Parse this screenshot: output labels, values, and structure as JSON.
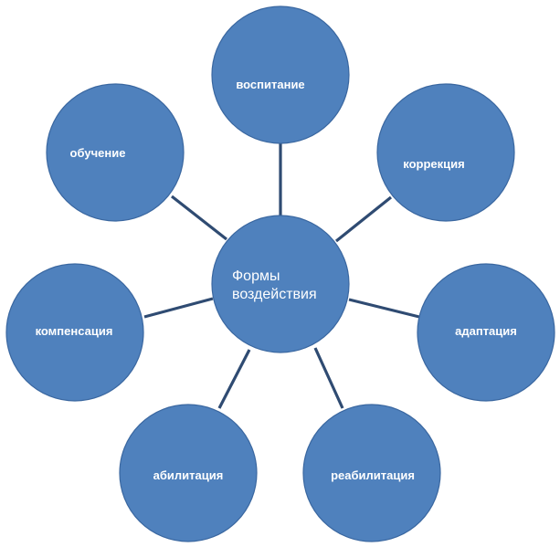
{
  "diagram": {
    "center_label_line1": "Формы",
    "center_label_line2": "воздействия",
    "nodes": {
      "vospitanie": "воспитание",
      "korrekciya": "коррекция",
      "adaptaciya": "адаптация",
      "reabilitaciya": "реабилитация",
      "abilitaciya": "абилитация",
      "kompensaciya": "компенсация",
      "obuchenie": "обучение"
    },
    "colors": {
      "node_fill": "#4f81bd",
      "connector": "#2f4b72",
      "label_text": "#ffffff"
    }
  }
}
